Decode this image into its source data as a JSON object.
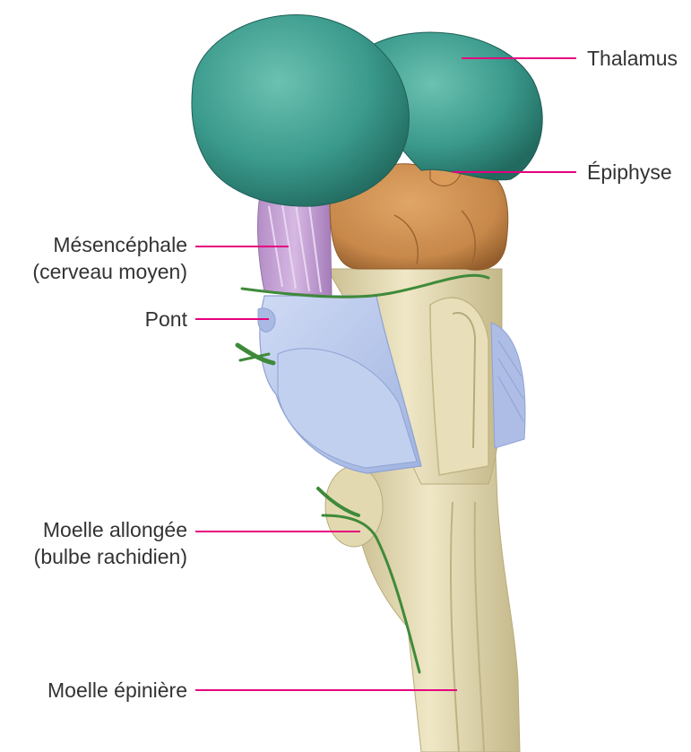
{
  "colors": {
    "leader_line": "#e6007e",
    "thalamus": "#3a9a8c",
    "epiphysis": "#c7884a",
    "mesencephalon": "#c9a6d8",
    "pons": "#b8c8ec",
    "medulla_spine": "#e6ddb8",
    "nerve": "#3f8a3a",
    "label_text": "#333333"
  },
  "labels": {
    "thalamus": "Thalamus",
    "epiphyse": "Épiphyse",
    "mesencephale_line1": "Mésencéphale",
    "mesencephale_line2": "(cerveau moyen)",
    "pont": "Pont",
    "moelle_allongee_line1": "Moelle allongée",
    "moelle_allongee_line2": "(bulbe rachidien)",
    "moelle_epiniere": "Moelle épinière"
  }
}
